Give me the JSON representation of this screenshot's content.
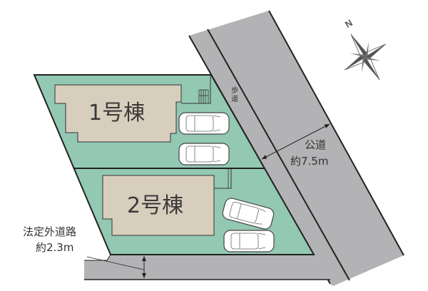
{
  "plan": {
    "building_1": "1号棟",
    "building_2": "2号棟",
    "sidewalk_label": "歩道",
    "public_road": {
      "name": "公道",
      "width": "約7.5m"
    },
    "private_road": {
      "name": "法定外道路",
      "width": "約2.3m"
    },
    "compass_north": "N"
  },
  "colors": {
    "lot": "#93c8b3",
    "building": "#d8cebd",
    "road": "#b3b3b5",
    "line": "#222222"
  }
}
